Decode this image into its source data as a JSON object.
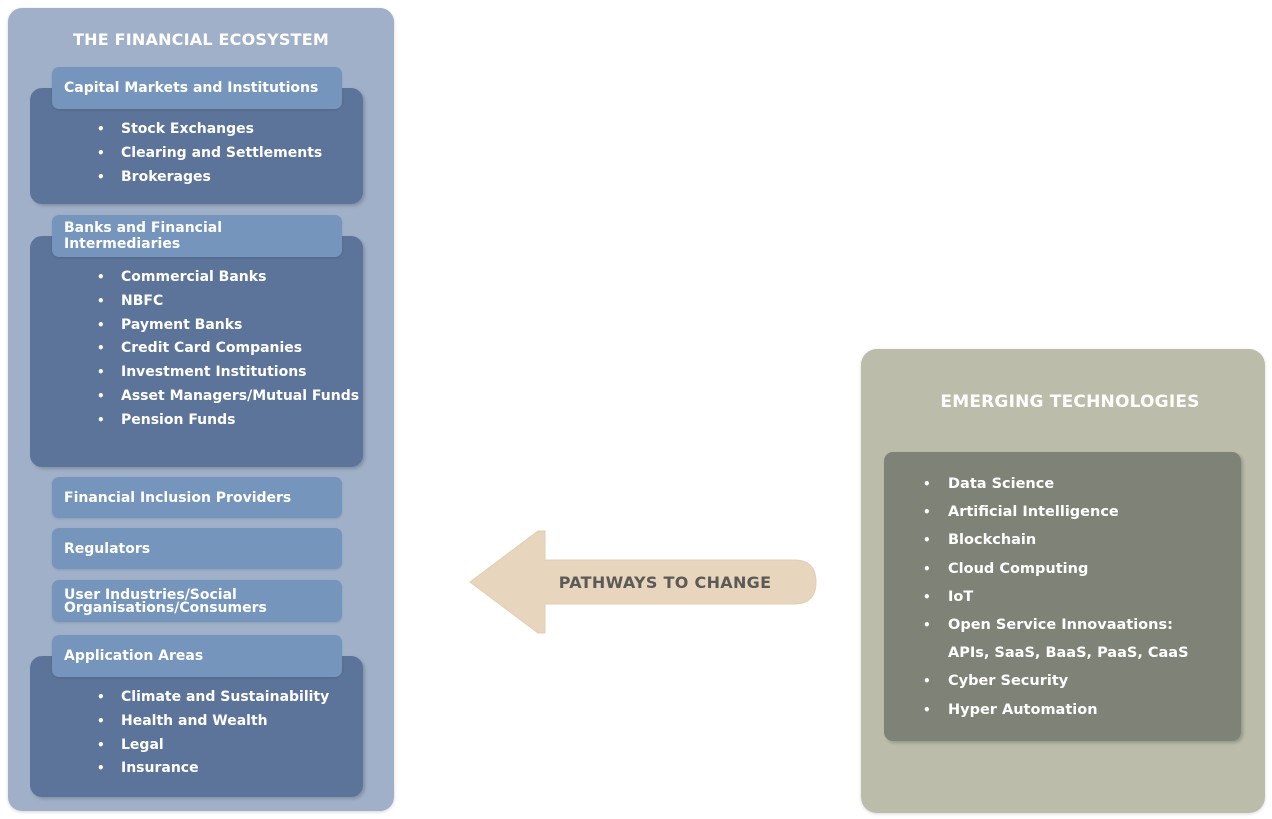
{
  "ecosystem": {
    "title": "THE FINANCIAL ECOSYSTEM",
    "capital_markets": {
      "label": "Capital Markets and Institutions",
      "items": [
        "Stock Exchanges",
        "Clearing and Settlements",
        "Brokerages"
      ]
    },
    "banks": {
      "label": "Banks and Financial Intermediaries",
      "items": [
        "Commercial Banks",
        "NBFC",
        "Payment Banks",
        "Credit Card Companies",
        "Investment Institutions",
        "Asset Managers/Mutual Funds",
        "Pension Funds"
      ]
    },
    "inclusion": {
      "label": "Financial Inclusion Providers"
    },
    "regulators": {
      "label": "Regulators"
    },
    "user_industries": {
      "line1": "User Industries/Social",
      "line2": "Organisations/Consumers"
    },
    "application_areas": {
      "label": "Application Areas",
      "items": [
        "Climate and Sustainability",
        "Health and Wealth",
        "Legal",
        "Insurance"
      ]
    }
  },
  "arrow": {
    "label": "PATHWAYS TO CHANGE",
    "color": "#e8d5bd"
  },
  "technologies": {
    "title": "EMERGING TECHNOLOGIES",
    "items": [
      "Data Science",
      "Artificial Intelligence",
      "Blockchain",
      "Cloud Computing",
      "IoT",
      "Open Service Innovaations:",
      "APIs, SaaS, BaaS, PaaS, CaaS",
      "Cyber Security",
      "Hyper Automation"
    ]
  },
  "colors": {
    "left_panel": "#9fb0c8",
    "group_box": "#5c7499",
    "tab": "#7595bc",
    "right_panel": "#bbbdaa",
    "tech_box": "#7f8277"
  }
}
